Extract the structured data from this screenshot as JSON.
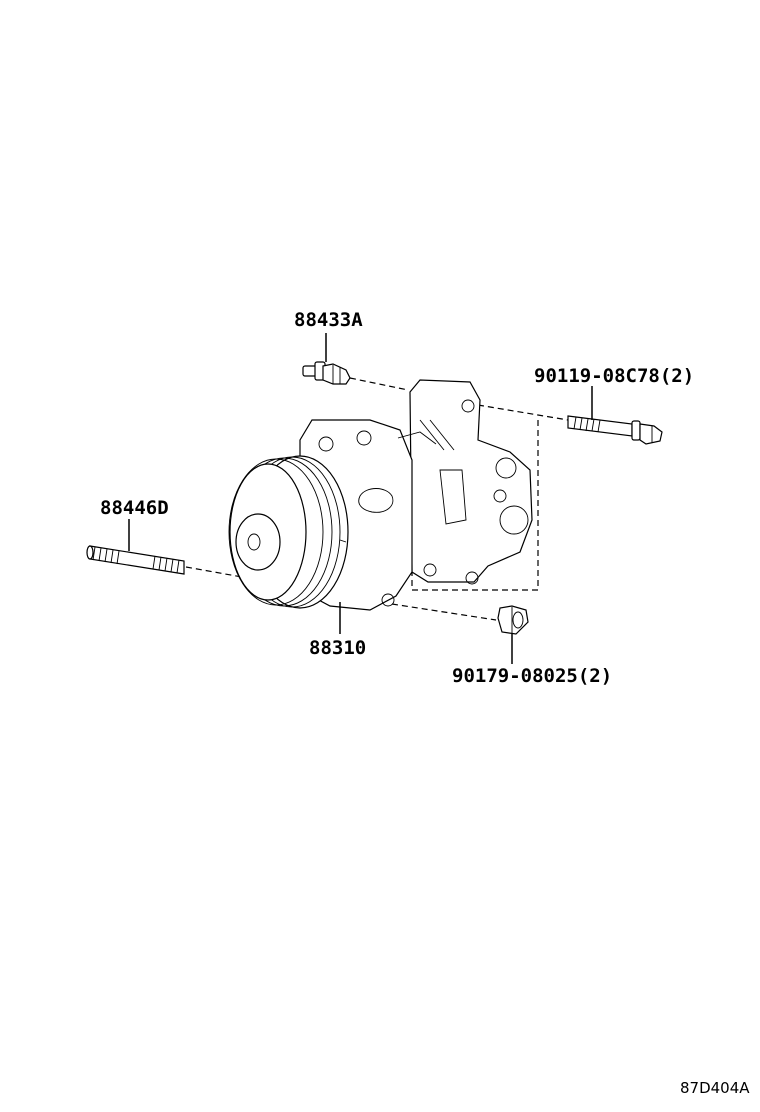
{
  "parts": {
    "pressure_switch": {
      "label": "88433A",
      "icon": "pressure-switch-icon"
    },
    "mounting_bolt": {
      "label": "90119-08C78(2)",
      "icon": "flange-bolt-icon"
    },
    "stud_bolt": {
      "label": "88446D",
      "icon": "stud-bolt-icon"
    },
    "compressor": {
      "label": "88310",
      "icon": "ac-compressor-icon"
    },
    "nut": {
      "label": "90179-08025(2)",
      "icon": "flange-nut-icon"
    }
  },
  "diagram_code": "87D404A"
}
